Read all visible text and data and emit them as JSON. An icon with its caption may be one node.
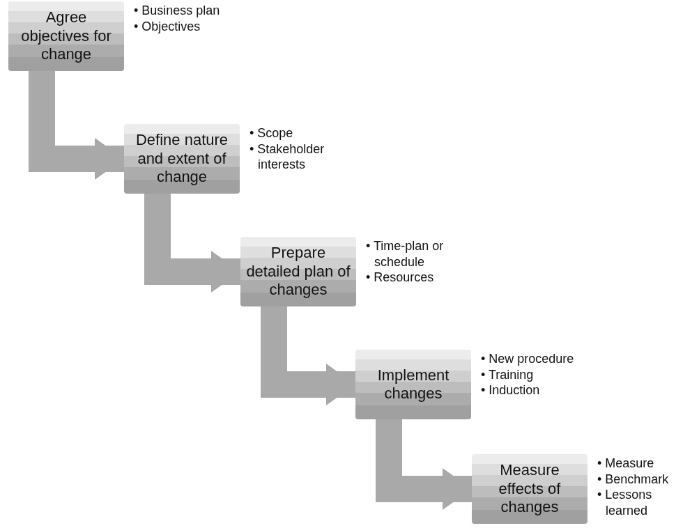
{
  "diagram": {
    "nodes": [
      {
        "text": [
          "Agree objectives for change"
        ],
        "beside": [
          "• Business plan",
          "• Objectives"
        ]
      },
      {
        "text": [
          "Define nature and extent of change"
        ],
        "beside": [
          "• Scope",
          "• Stakeholder interests"
        ]
      },
      {
        "text": [
          "Prepare detailed plan of changes"
        ],
        "beside": [
          "• Time-plan or schedule",
          "• Resources"
        ]
      },
      {
        "text": [
          "Implement changes"
        ],
        "beside": [
          "• New procedure",
          "• Training",
          "• Induction"
        ]
      },
      {
        "text": [
          "Measure effects of changes"
        ],
        "beside": [
          "• Measure",
          "• Benchmark",
          "• Lessons learned"
        ]
      }
    ],
    "edges": [
      {
        "from": 0,
        "to": 1,
        "arrow": "to"
      },
      {
        "from": 1,
        "to": 2,
        "arrow": "to"
      },
      {
        "from": 2,
        "to": 3,
        "arrow": "to"
      },
      {
        "from": 3,
        "to": 4,
        "arrow": "to"
      }
    ]
  }
}
